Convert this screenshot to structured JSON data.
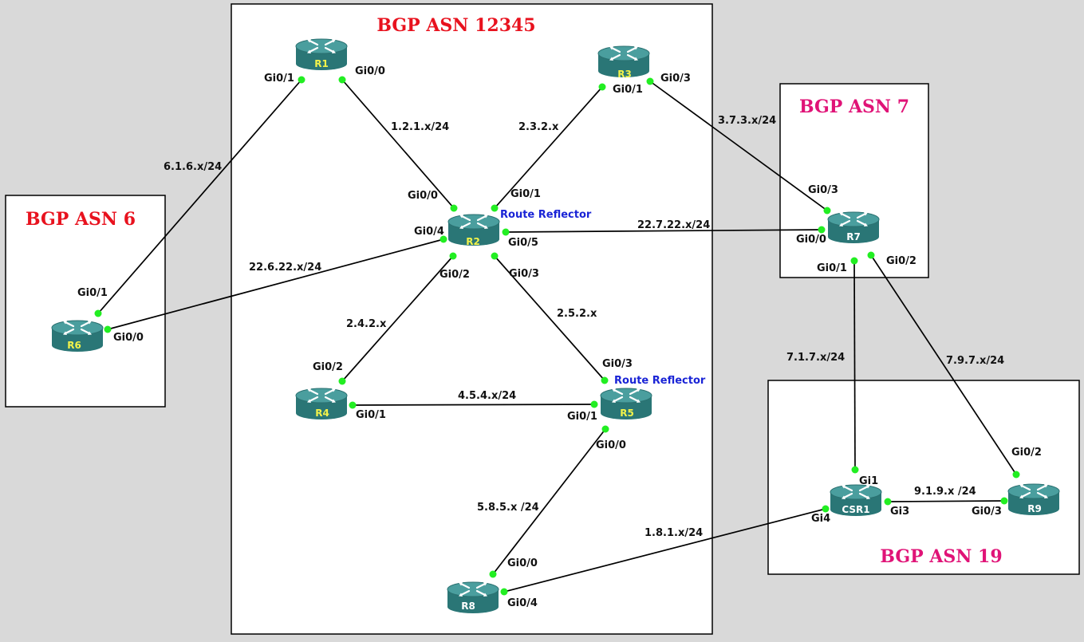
{
  "boxes": {
    "as12345": "BGP ASN 12345",
    "as6": "BGP ASN 6",
    "as7": "BGP ASN 7",
    "as19": "BGP ASN 19"
  },
  "routers": {
    "r1": "R1",
    "r2": "R2",
    "r3": "R3",
    "r4": "R4",
    "r5": "R5",
    "r6": "R6",
    "r7": "R7",
    "r8": "R8",
    "r9": "R9",
    "csr1": "CSR1"
  },
  "annotations": {
    "r2_role": "Route Reflector",
    "r5_role": "Route Reflector"
  },
  "links": {
    "r1_r2": "1.2.1.x/24",
    "r2_r3": "2.3.2.x",
    "r1_r6": "6.1.6.x/24",
    "r3_r7": "3.7.3.x/24",
    "r2_r7": "22.7.22.x/24",
    "r2_r6": "22.6.22.x/24",
    "r2_r4": "2.4.2.x",
    "r2_r5": "2.5.2.x",
    "r4_r5": "4.5.4.x/24",
    "r5_r8": "5.8.5.x /24",
    "r8_csr1": "1.8.1.x/24",
    "r7_csr1": "7.1.7.x/24",
    "r7_r9": "7.9.7.x/24",
    "csr1_r9": "9.1.9.x /24"
  },
  "interfaces": {
    "r1_gi01": "Gi0/1",
    "r1_gi00": "Gi0/0",
    "r3_gi01": "Gi0/1",
    "r3_gi03": "Gi0/3",
    "r2_gi00": "Gi0/0",
    "r2_gi01": "Gi0/1",
    "r2_gi04": "Gi0/4",
    "r2_gi05": "Gi0/5",
    "r2_gi02": "Gi0/2",
    "r2_gi03": "Gi0/3",
    "r6_gi01": "Gi0/1",
    "r6_gi00": "Gi0/0",
    "r7_gi03": "Gi0/3",
    "r7_gi00": "Gi0/0",
    "r7_gi01": "Gi0/1",
    "r7_gi02": "Gi0/2",
    "r4_gi02": "Gi0/2",
    "r4_gi01": "Gi0/1",
    "r5_gi03": "Gi0/3",
    "r5_gi01": "Gi0/1",
    "r5_gi00": "Gi0/0",
    "r8_gi00": "Gi0/0",
    "r8_gi04": "Gi0/4",
    "csr1_gi1": "Gi1",
    "csr1_gi3": "Gi3",
    "csr1_gi4": "Gi4",
    "r9_gi02": "Gi0/2",
    "r9_gi03": "Gi0/3"
  },
  "colors": {
    "background": "#d9d9d9",
    "router_body": "#2f7f7f",
    "port": "#22ee22",
    "asn_red": "#e8121e",
    "asn_pink": "#e01377",
    "route_reflector": "#1a24d6"
  }
}
